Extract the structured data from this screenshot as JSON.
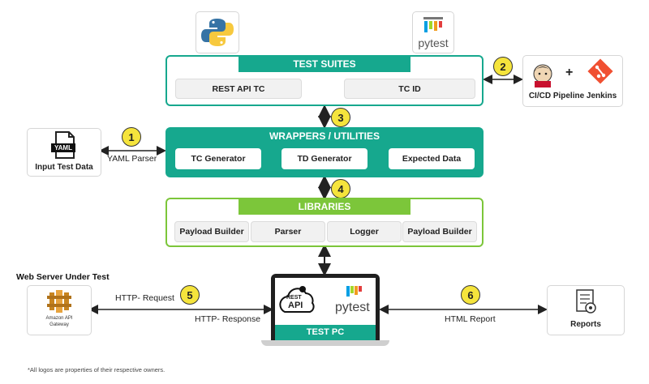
{
  "test_suites": {
    "title": "TEST SUITES",
    "items": [
      "REST API TC",
      "TC ID"
    ]
  },
  "wrappers": {
    "title": "WRAPPERS / UTILITIES",
    "items": [
      "TC Generator",
      "TD Generator",
      "Expected Data"
    ]
  },
  "libraries": {
    "title": "LIBRARIES",
    "items": [
      "Payload Builder",
      "Parser",
      "Logger",
      "Payload Builder"
    ]
  },
  "steps": [
    "1",
    "2",
    "3",
    "4",
    "5",
    "6"
  ],
  "input": {
    "yaml_tag": "YAML",
    "label": "Input Test Data",
    "edge_label": "YAML Parser"
  },
  "cicd": {
    "plus": "+",
    "label": "CI/CD Pipeline Jenkins"
  },
  "web_server": {
    "title": "Web Server Under Test",
    "logo_text_1": "Amazon API",
    "logo_text_2": "Gateway"
  },
  "http": {
    "request": "HTTP- Request",
    "response": "HTTP- Response"
  },
  "test_pc": {
    "label": "TEST PC",
    "rest_1": "REST",
    "rest_2": "API",
    "pytest": "pytest"
  },
  "pytest_logo": {
    "text": "pytest"
  },
  "reports": {
    "label": "Reports",
    "edge_label": "HTML Report"
  },
  "footnote": "*All logos are properties of their respective owners.",
  "colors": {
    "teal": "#16a88e",
    "green": "#7cc63a",
    "badge": "#f5e43c"
  }
}
